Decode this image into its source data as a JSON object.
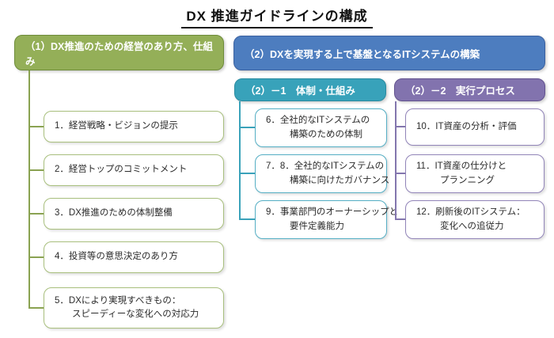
{
  "title": "DX 推進ガイドラインの構成",
  "colors": {
    "green": "#94af58",
    "blue": "#4d7dbf",
    "teal": "#38a2ba",
    "purple": "#8273ae"
  },
  "left": {
    "header": "（1）DX推進のための経営のあり方、仕組み",
    "items": [
      {
        "line1": "1．経営戦略・ビジョンの提示",
        "line2": ""
      },
      {
        "line1": "2．経営トップのコミットメント",
        "line2": ""
      },
      {
        "line1": "3．DX推進のための体制整備",
        "line2": ""
      },
      {
        "line1": "4．投資等の意思決定のあり方",
        "line2": ""
      },
      {
        "line1": "5．DXにより実現すべきもの：",
        "line2": "スピーディーな変化への対応力"
      }
    ]
  },
  "right": {
    "header": "（2）DXを実現する上で基盤となるITシステムの構築",
    "sub1": {
      "header": "（2）－1　体制・仕組み",
      "items": [
        {
          "line1": "6．全社的なITシステムの",
          "line2": "構築のための体制"
        },
        {
          "line1": "7．8．全社的なITシステムの",
          "line2": "構築に向けたガバナンス"
        },
        {
          "line1": "9．事業部門のオーナーシップと",
          "line2": "要件定義能力"
        }
      ]
    },
    "sub2": {
      "header": "（2）－2　実行プロセス",
      "items": [
        {
          "line1": "10．IT資産の分析・評価",
          "line2": ""
        },
        {
          "line1": "11．IT資産の仕分けと",
          "line2": "プランニング"
        },
        {
          "line1": "12．刷新後のITシステム：",
          "line2": "変化への追従力"
        }
      ]
    }
  }
}
